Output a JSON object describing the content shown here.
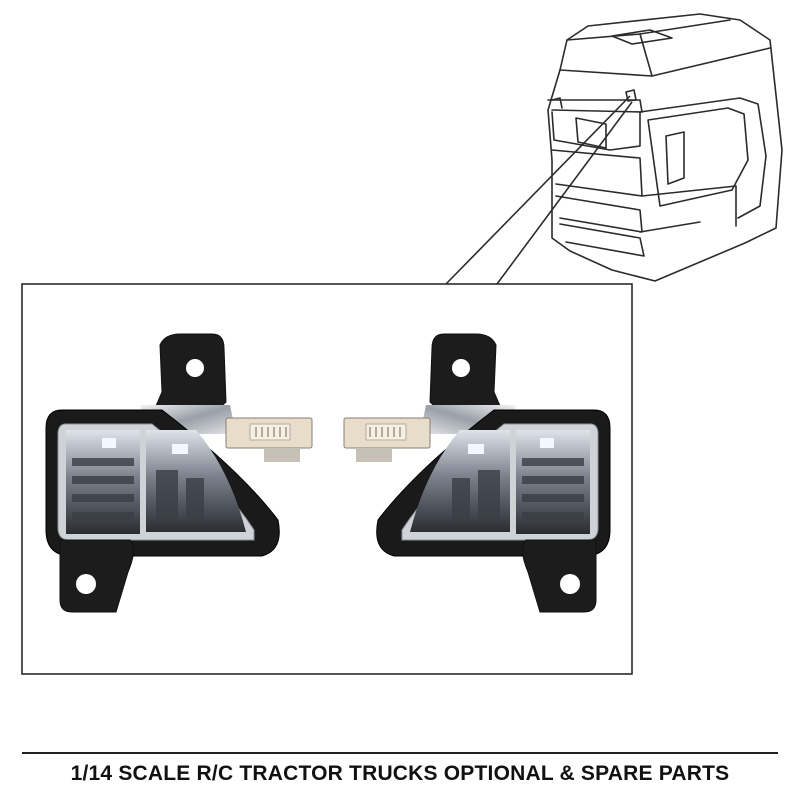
{
  "caption": "1/14 SCALE R/C TRACTOR TRUCKS OPTIONAL & SPARE PARTS",
  "illustration": {
    "cab": "truck-cab-line-drawing",
    "callout": "detail-callout-frame",
    "parts": [
      "left-roof-light-assembly",
      "right-roof-light-assembly"
    ]
  },
  "colors": {
    "line": "#2b2b2b",
    "housing": "#1c1c1c",
    "chrome": "#c9ccd0",
    "led": "#f4f7ff",
    "connector": "#e8dccb"
  }
}
